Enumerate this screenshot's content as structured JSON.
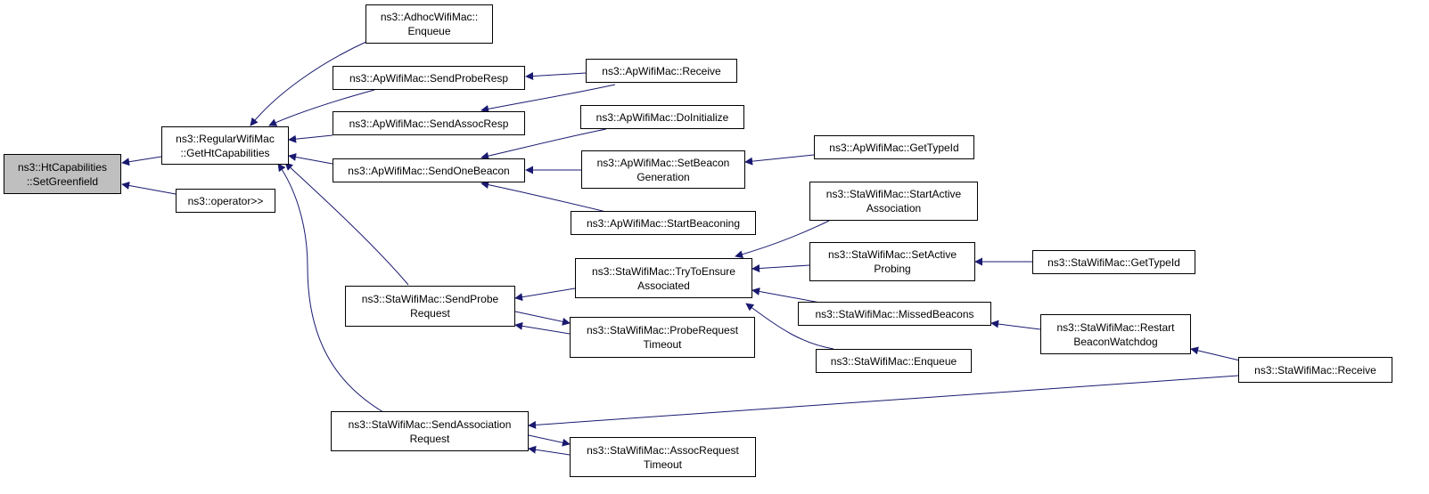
{
  "colors": {
    "edge": "#191970",
    "node_border": "#000000",
    "root_fill": "#bfbfbf",
    "node_fill": "#ffffff"
  },
  "nodes": {
    "root": [
      "ns3::HtCapabilities",
      "::SetGreenfield"
    ],
    "regular_get_ht": [
      "ns3::RegularWifiMac",
      "::GetHtCapabilities"
    ],
    "operator_shift": [
      "ns3::operator>>"
    ],
    "adhoc_enqueue": [
      "ns3::AdhocWifiMac::",
      "Enqueue"
    ],
    "ap_send_probe_resp": [
      "ns3::ApWifiMac::SendProbeResp"
    ],
    "ap_send_assoc_resp": [
      "ns3::ApWifiMac::SendAssocResp"
    ],
    "ap_send_one_beacon": [
      "ns3::ApWifiMac::SendOneBeacon"
    ],
    "ap_receive": [
      "ns3::ApWifiMac::Receive"
    ],
    "ap_do_initialize": [
      "ns3::ApWifiMac::DoInitialize"
    ],
    "ap_set_beacon_gen": [
      "ns3::ApWifiMac::SetBeacon",
      "Generation"
    ],
    "ap_start_beaconing": [
      "ns3::ApWifiMac::StartBeaconing"
    ],
    "ap_get_type_id": [
      "ns3::ApWifiMac::GetTypeId"
    ],
    "sta_send_probe_req": [
      "ns3::StaWifiMac::SendProbe",
      "Request"
    ],
    "sta_try_ensure": [
      "ns3::StaWifiMac::TryToEnsure",
      "Associated"
    ],
    "sta_probe_req_timeout": [
      "ns3::StaWifiMac::ProbeRequest",
      "Timeout"
    ],
    "sta_start_active": [
      "ns3::StaWifiMac::StartActive",
      "Association"
    ],
    "sta_set_active_probing": [
      "ns3::StaWifiMac::SetActive",
      "Probing"
    ],
    "sta_get_type_id": [
      "ns3::StaWifiMac::GetTypeId"
    ],
    "sta_missed_beacons": [
      "ns3::StaWifiMac::MissedBeacons"
    ],
    "sta_enqueue": [
      "ns3::StaWifiMac::Enqueue"
    ],
    "sta_restart_watchdog": [
      "ns3::StaWifiMac::Restart",
      "BeaconWatchdog"
    ],
    "sta_receive": [
      "ns3::StaWifiMac::Receive"
    ],
    "sta_send_assoc_req": [
      "ns3::StaWifiMac::SendAssociation",
      "Request"
    ],
    "sta_assoc_req_timeout": [
      "ns3::StaWifiMac::AssocRequest",
      "Timeout"
    ]
  }
}
